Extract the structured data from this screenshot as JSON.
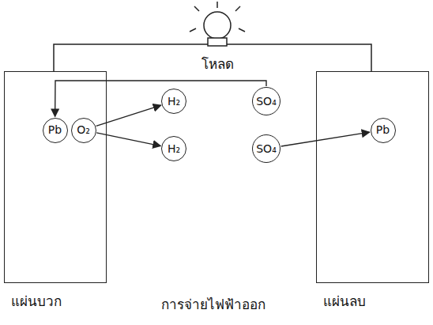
{
  "diagram": {
    "caption": "การจ่ายไฟฟ้าออก",
    "nodes": [
      {
        "text": [
          "แผ่นบวก"
        ]
      },
      {
        "text": [
          "Pb"
        ],
        "in": 0
      },
      {
        "text": [
          "O₂"
        ],
        "in": 0
      },
      {
        "text": [
          "H₂"
        ]
      },
      {
        "text": [
          "H₂"
        ]
      },
      {
        "text": [
          "SO₄"
        ]
      },
      {
        "text": [
          "SO₄"
        ]
      },
      {
        "text": [
          "แผ่นลบ"
        ]
      },
      {
        "text": [
          "Pb"
        ],
        "in": 7
      }
    ],
    "edges": [
      {
        "from": 2,
        "to": 3,
        "arrow": "to"
      },
      {
        "from": 2,
        "to": 4,
        "arrow": "to"
      },
      {
        "from": 5,
        "to": 1,
        "arrow": "to"
      },
      {
        "from": 6,
        "to": 8,
        "arrow": "to"
      }
    ],
    "labels": [
      "โหลด"
    ]
  }
}
